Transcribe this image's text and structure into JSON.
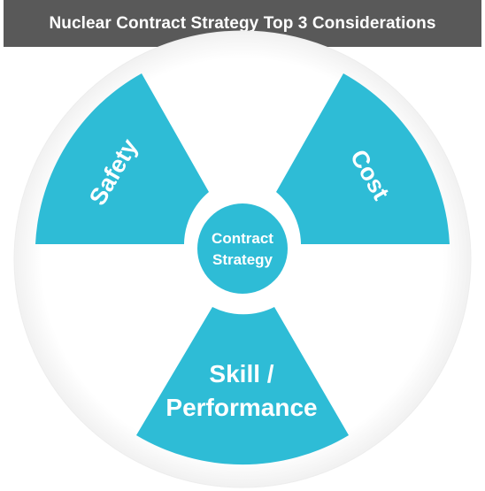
{
  "title": "Nuclear Contract Strategy Top 3 Considerations",
  "center": {
    "line1": "Contract",
    "line2": "Strategy"
  },
  "blades": {
    "safety": "Safety",
    "cost": "Cost",
    "skill_line1": "Skill /",
    "skill_line2": "Performance"
  },
  "colors": {
    "title_bar": "#595959",
    "blade": "#2ebcd6",
    "background_circle": "#ffffff",
    "circle_edge": "#eeeeee"
  }
}
